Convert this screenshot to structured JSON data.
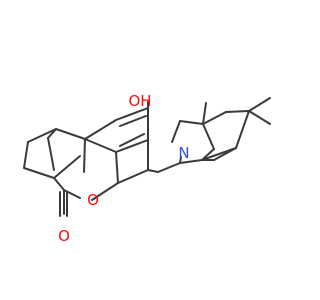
{
  "molecule": {
    "atoms": [
      {
        "id": "O_hydroxyl",
        "label": "OH",
        "color": "#ff0d0d"
      },
      {
        "id": "O_ring",
        "label": "O",
        "color": "#ff0d0d"
      },
      {
        "id": "O_carbonyl",
        "label": "O",
        "color": "#ff0d0d"
      },
      {
        "id": "N_amine",
        "label": "N",
        "color": "#2f50f8"
      }
    ],
    "colors": {
      "bond": "#3a3a3a",
      "oxygen": "#ff0d0d",
      "nitrogen": "#2f50f8",
      "background": "#ffffff"
    }
  }
}
